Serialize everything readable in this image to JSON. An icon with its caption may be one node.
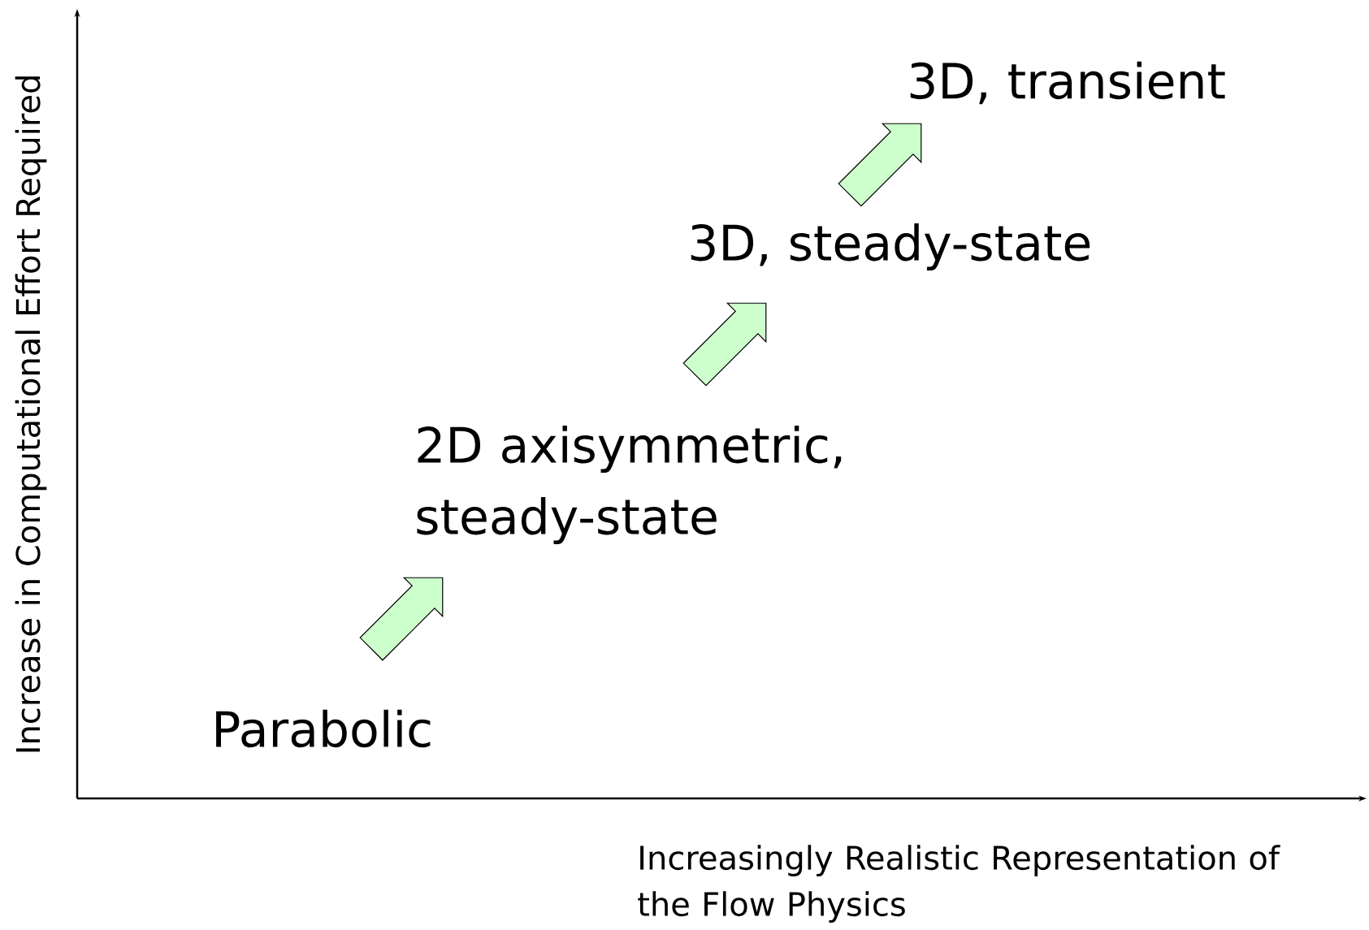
{
  "diagram": {
    "nodes": [
      {
        "text": [
          "Parabolic"
        ]
      },
      {
        "text": [
          "2D axisymmetric, steady-state"
        ]
      },
      {
        "text": [
          "3D, steady-state"
        ]
      },
      {
        "text": [
          "3D, transient"
        ]
      }
    ],
    "edges": [
      {
        "from": 0,
        "to": 1,
        "arrow": "to"
      },
      {
        "from": 1,
        "to": 2,
        "arrow": "to"
      },
      {
        "from": 2,
        "to": 3,
        "arrow": "to"
      }
    ],
    "labels": [
      "Increase in Computational Effort Required",
      "Increasingly Realistic Representation of the Flow Physics"
    ]
  }
}
